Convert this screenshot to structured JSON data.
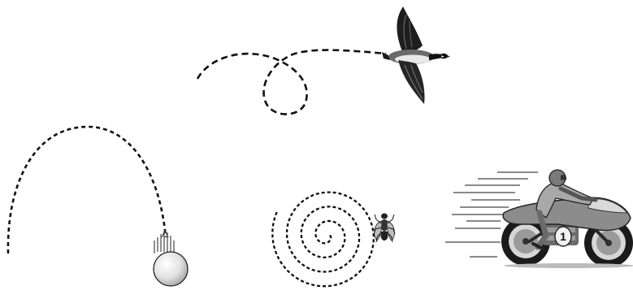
{
  "figures": [
    {
      "name": "goose",
      "path": "loop-de-loop"
    },
    {
      "name": "ball",
      "path": "arc"
    },
    {
      "name": "fly",
      "path": "spiral"
    },
    {
      "name": "motorcycle",
      "path": "straight-line"
    }
  ],
  "colors": {
    "background": "#ffffff",
    "path": "#111111",
    "ball_light": "#ffffff",
    "ball_dark": "#9a9a9a",
    "bike_gray": "#8c8c8c",
    "bike_dark": "#2a2a2a"
  }
}
